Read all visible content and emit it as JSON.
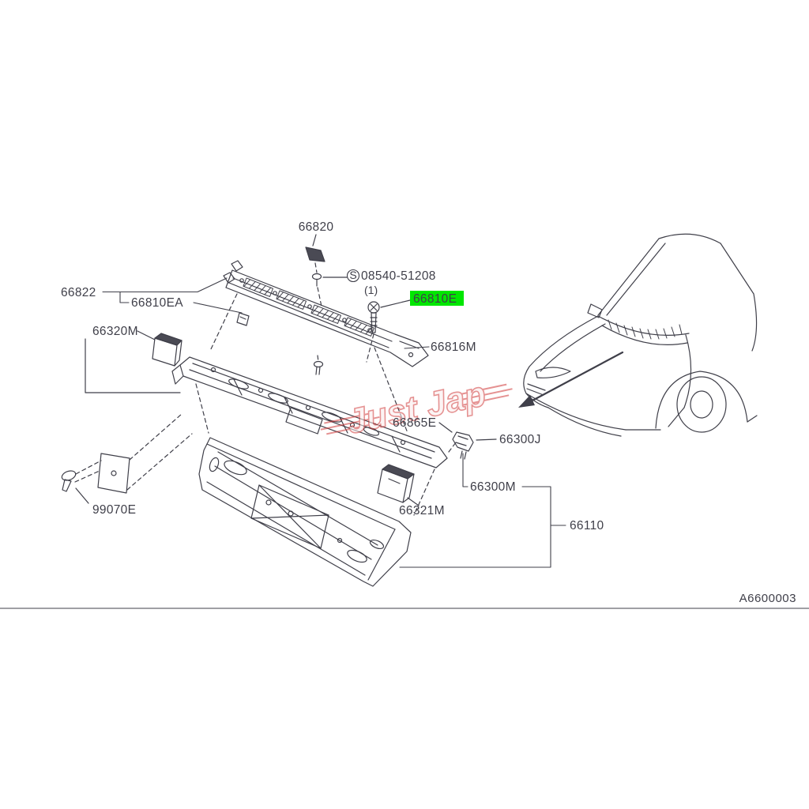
{
  "diagram": {
    "code": "A6600003",
    "watermark": "Just Jap",
    "highlight_color": "#00e600",
    "line_color": "#3f3f49",
    "parts": {
      "p66820": "66820",
      "screw_symbol": "S",
      "screw_number": "08540-51208",
      "screw_qty": "(1)",
      "p66810E": "66810E",
      "p66822": "66822",
      "p66810EA": "66810EA",
      "p66320M": "66320M",
      "p66816M": "66816M",
      "p66865E": "66865E",
      "p66300J": "66300J",
      "p99070E": "99070E",
      "p66321M": "66321M",
      "p66300M": "66300M",
      "p66110": "66110"
    }
  }
}
